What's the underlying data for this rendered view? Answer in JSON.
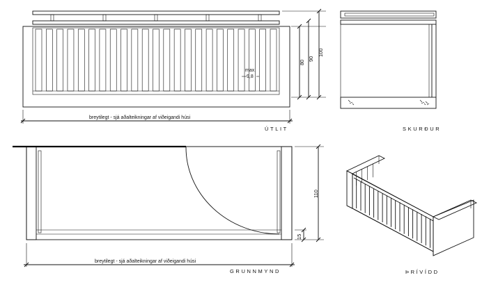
{
  "views": {
    "elevation": {
      "title": "ÚTLIT",
      "width_note": "breytilegt - sjá aðalteikningar af viðeigandi húsi",
      "dim_100": "100",
      "dim_90": "90",
      "dim_80": "80",
      "gap_max_label": "max.",
      "gap_max_value": "9,8"
    },
    "section": {
      "title": "SKURÐUR"
    },
    "plan": {
      "title": "GRUNNMYND",
      "width_note": "breytilegt - sjá aðalteikningar af viðeigandi húsi",
      "dim_110": "110",
      "dim_15": "15"
    },
    "perspective": {
      "title": "ÞRÍVÍDD"
    }
  },
  "elevation_baluster_count": 23
}
